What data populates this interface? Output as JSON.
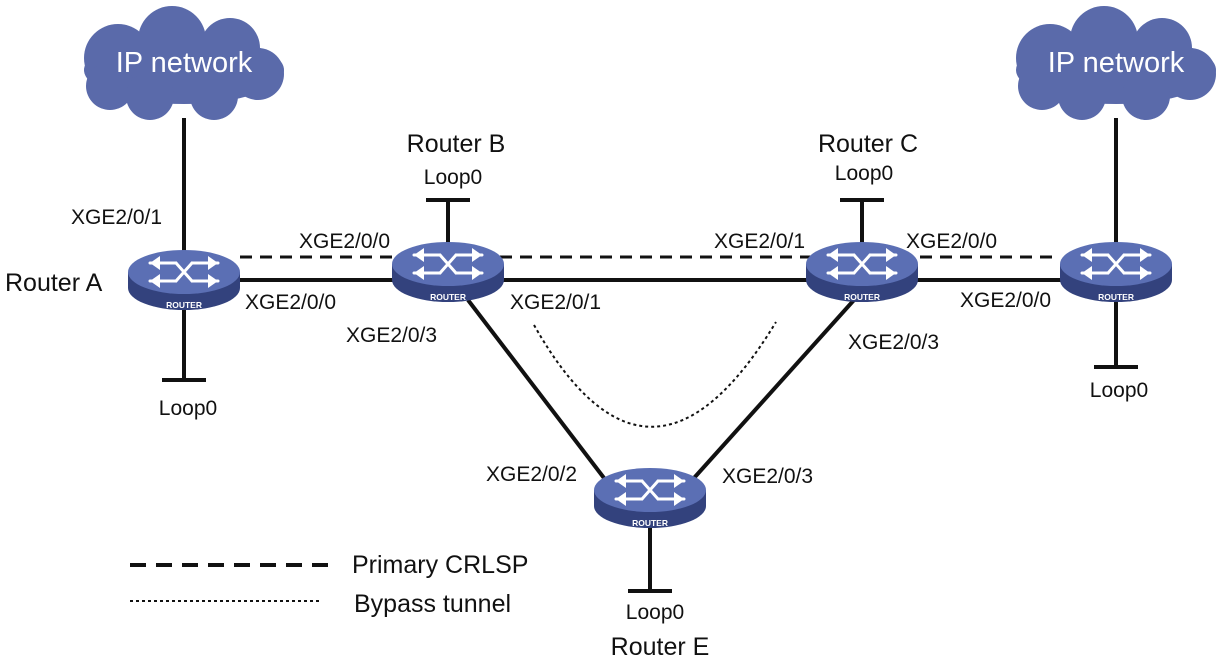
{
  "colors": {
    "cloud": "#5a6aaa",
    "router_top": "#5b6fb4",
    "router_side": "#33427d",
    "line": "#111111"
  },
  "clouds": {
    "left": "IP network",
    "right": "IP network"
  },
  "routers": {
    "a": {
      "name": "Router A",
      "label": "ROUTER"
    },
    "b": {
      "name": "Router B",
      "label": "ROUTER"
    },
    "c": {
      "name": "Router C",
      "label": "ROUTER"
    },
    "d": {
      "name": "",
      "label": "ROUTER"
    },
    "e": {
      "name": "Router E",
      "label": "ROUTER"
    }
  },
  "loopbacks": {
    "a": "Loop0",
    "b": "Loop0",
    "c": "Loop0",
    "d": "Loop0",
    "e": "Loop0"
  },
  "interfaces": {
    "a_top": "XGE2/0/1",
    "a_right": "XGE2/0/0",
    "b_left": "XGE2/0/0",
    "b_right": "XGE2/0/1",
    "b_down": "XGE2/0/3",
    "c_left": "XGE2/0/1",
    "c_right": "XGE2/0/0",
    "c_down": "XGE2/0/3",
    "d_left": "XGE2/0/0",
    "e_left": "XGE2/0/2",
    "e_right": "XGE2/0/3"
  },
  "legend": {
    "primary": "Primary CRLSP",
    "bypass": "Bypass tunnel"
  }
}
